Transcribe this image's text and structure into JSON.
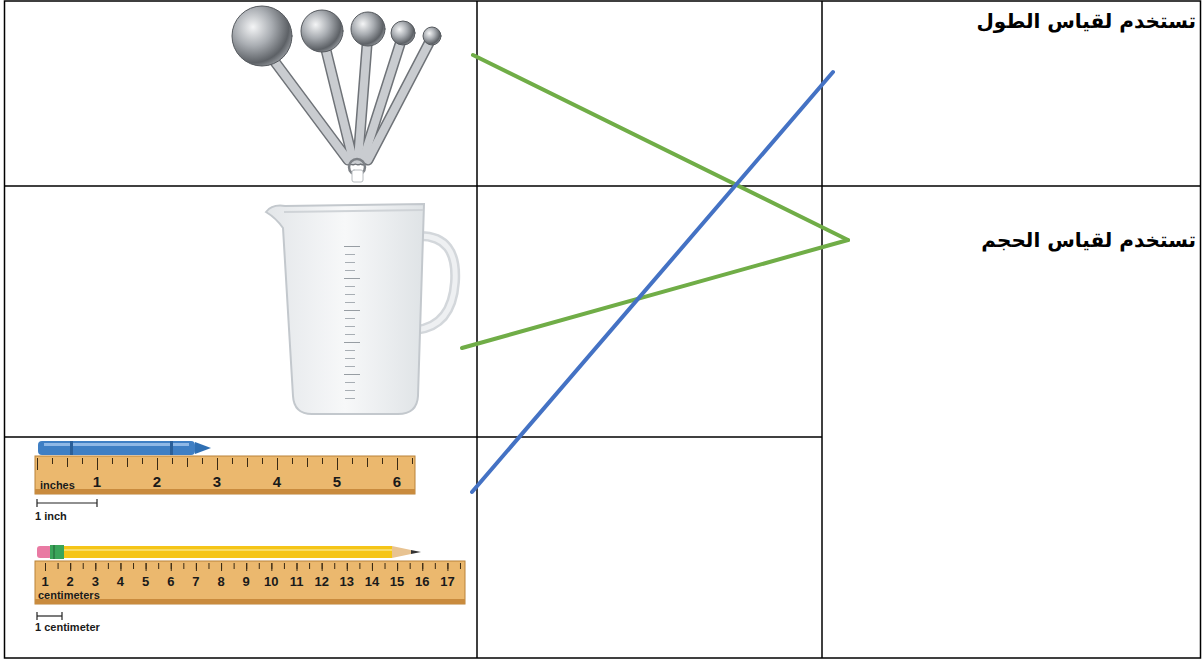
{
  "diagram": {
    "nodes": [
      {
        "text": [
          "تستخدم لقياس الطول"
        ]
      },
      {
        "text": []
      },
      {
        "text": [
          "تستخدم لقياس الحجم"
        ]
      },
      {
        "text": []
      },
      {
        "text": [
          "inches",
          "1 inch",
          "centimeters",
          "1 centimeter"
        ]
      }
    ],
    "edges": [
      {
        "from": 1,
        "to": 2,
        "arrow": "none"
      },
      {
        "from": 3,
        "to": 2,
        "arrow": "none"
      },
      {
        "from": 4,
        "to": 0,
        "arrow": "none"
      }
    ],
    "labels": [
      "1",
      "2",
      "3",
      "4",
      "5",
      "6",
      "1",
      "2",
      "3",
      "4",
      "5",
      "6",
      "7",
      "8",
      "9",
      "10",
      "11",
      "12",
      "13",
      "14",
      "15",
      "16",
      "17"
    ]
  }
}
